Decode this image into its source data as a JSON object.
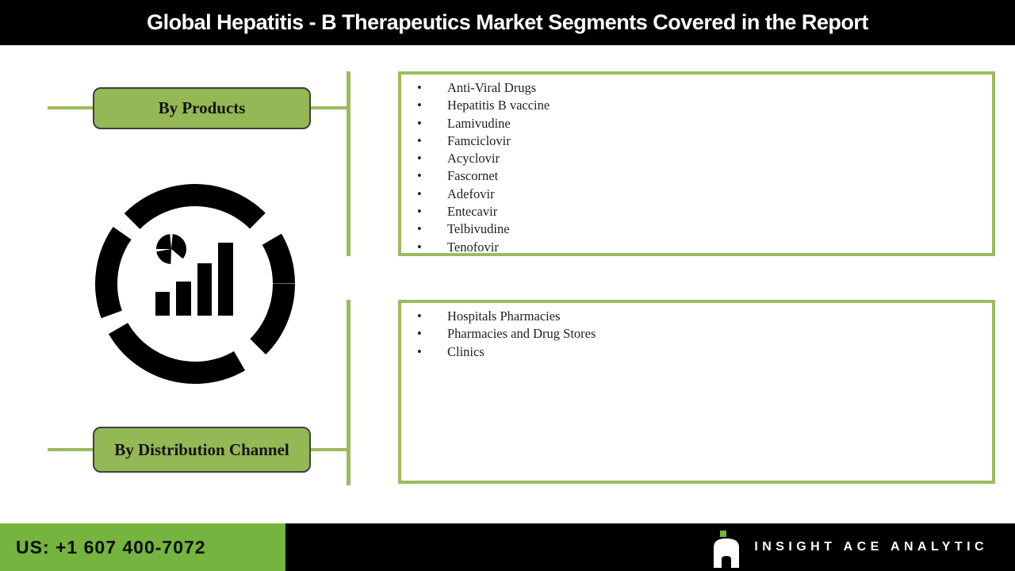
{
  "header": {
    "title": "Global Hepatitis - B Therapeutics Market Segments Covered in the Report"
  },
  "sections": {
    "products": {
      "label": "By Products",
      "items": [
        "Anti-Viral Drugs",
        "Hepatitis B vaccine",
        "Lamivudine",
        "Famciclovir",
        "Acyclovir",
        "Fascornet",
        "Adefovir",
        "Entecavir",
        "Telbivudine",
        "Tenofovir"
      ]
    },
    "distribution": {
      "label": "By Distribution Channel",
      "items": [
        "Hospitals Pharmacies",
        "Pharmacies and Drug Stores",
        "Clinics"
      ]
    }
  },
  "icons": {
    "center": "segmented-ring-analytics-icon",
    "logo": "insight-ace-a-logo-icon"
  },
  "footer": {
    "phone": "US: +1 607 400-7072",
    "brand": "INSIGHT ACE ANALYTIC"
  },
  "colors": {
    "header_bg": "#000000",
    "accent_olive": "#9cbb5e",
    "button_fill": "#94b855",
    "button_border": "#3f3f3f",
    "footer_green": "#74b43f",
    "logo_dot_green": "#74b43f",
    "icon_black": "#000000"
  }
}
